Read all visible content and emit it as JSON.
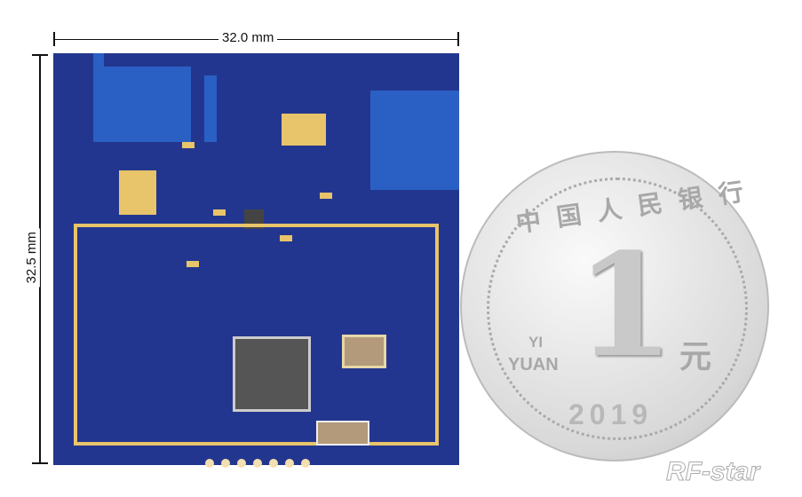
{
  "dimensions": {
    "width_label": "32.0 mm",
    "height_label": "32.5 mm"
  },
  "coin": {
    "issuer": "中国人民银行",
    "denomination": "1",
    "yi": "YI",
    "yuan": "YUAN",
    "unit": "元",
    "year": "2019"
  },
  "logo": {
    "text": "RF-star"
  },
  "colors": {
    "pcb": "#23368f",
    "gold": "#e8c46a"
  }
}
